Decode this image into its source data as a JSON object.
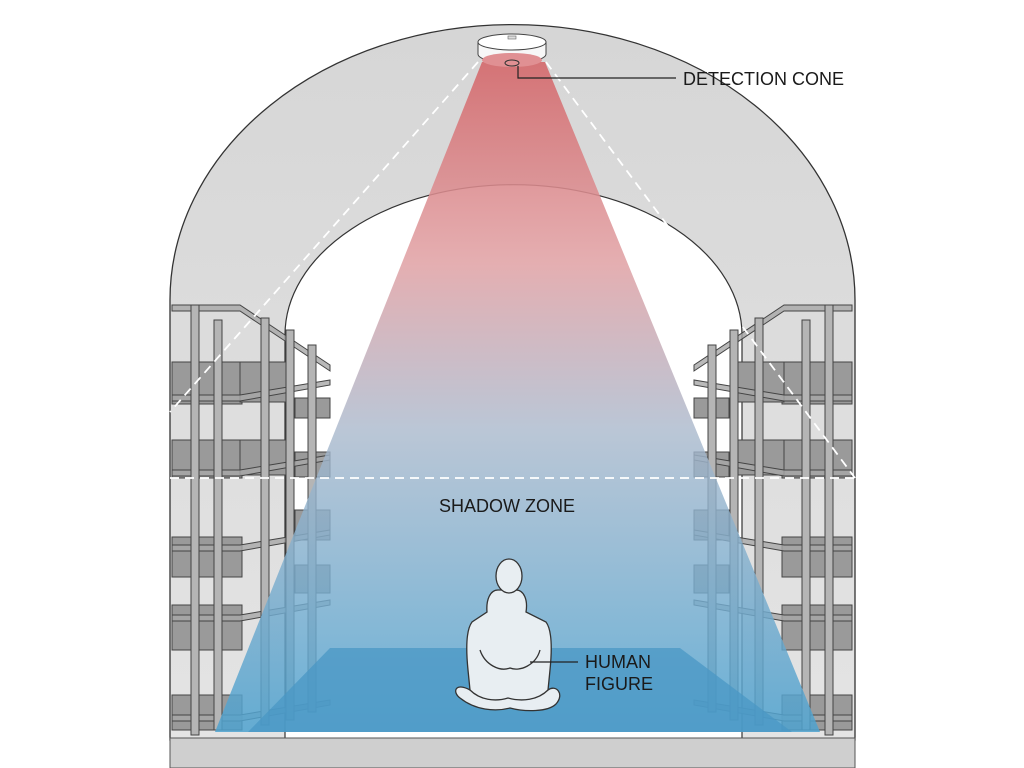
{
  "labels": {
    "detection_cone": "DETECTION CONE",
    "shadow_zone": "SHADOW ZONE",
    "human_figure_line1": "HUMAN",
    "human_figure_line2": "FIGURE"
  },
  "colors": {
    "cone_top": "#d9787a",
    "cone_bottom": "#4fa3cf",
    "floor_zone": "#4a97c4",
    "wall": "#d4d4d4",
    "shelf": "#8d8d8d"
  }
}
